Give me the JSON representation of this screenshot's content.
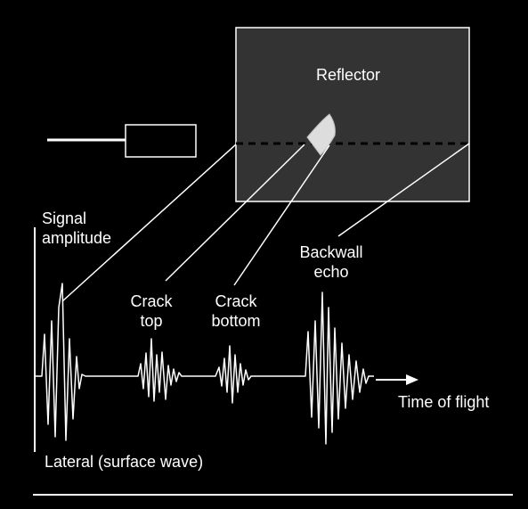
{
  "labels": {
    "reflector": "Reflector",
    "signal_amplitude": "Signal\namplitude",
    "crack_top": "Crack\ntop",
    "crack_bottom": "Crack\nbottom",
    "backwall_echo": "Backwall\necho",
    "time_of_flight": "Time of flight",
    "lateral": "Lateral (surface wave)"
  },
  "colors": {
    "background": "#000000",
    "reflector_box": "#333333",
    "line": "#ffffff"
  }
}
